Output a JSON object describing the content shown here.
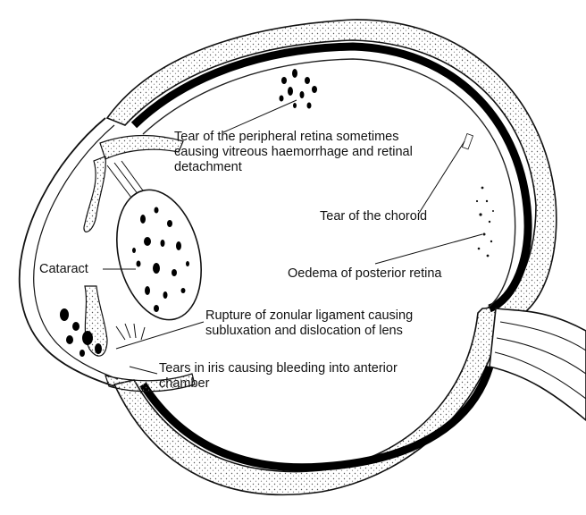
{
  "labels": {
    "peripheral_retina_tear": "Tear of the peripheral retina sometimes\ncausing vitreous haemorrhage and retinal\ndetachment",
    "choroid_tear": "Tear of the choroid",
    "cataract": "Cataract",
    "posterior_oedema": "Oedema of posterior retina",
    "zonular_rupture": "Rupture of zonular ligament causing\nsubluxation and dislocation of lens",
    "iris_tears": "Tears in iris causing bleeding into anterior\nchamber"
  }
}
